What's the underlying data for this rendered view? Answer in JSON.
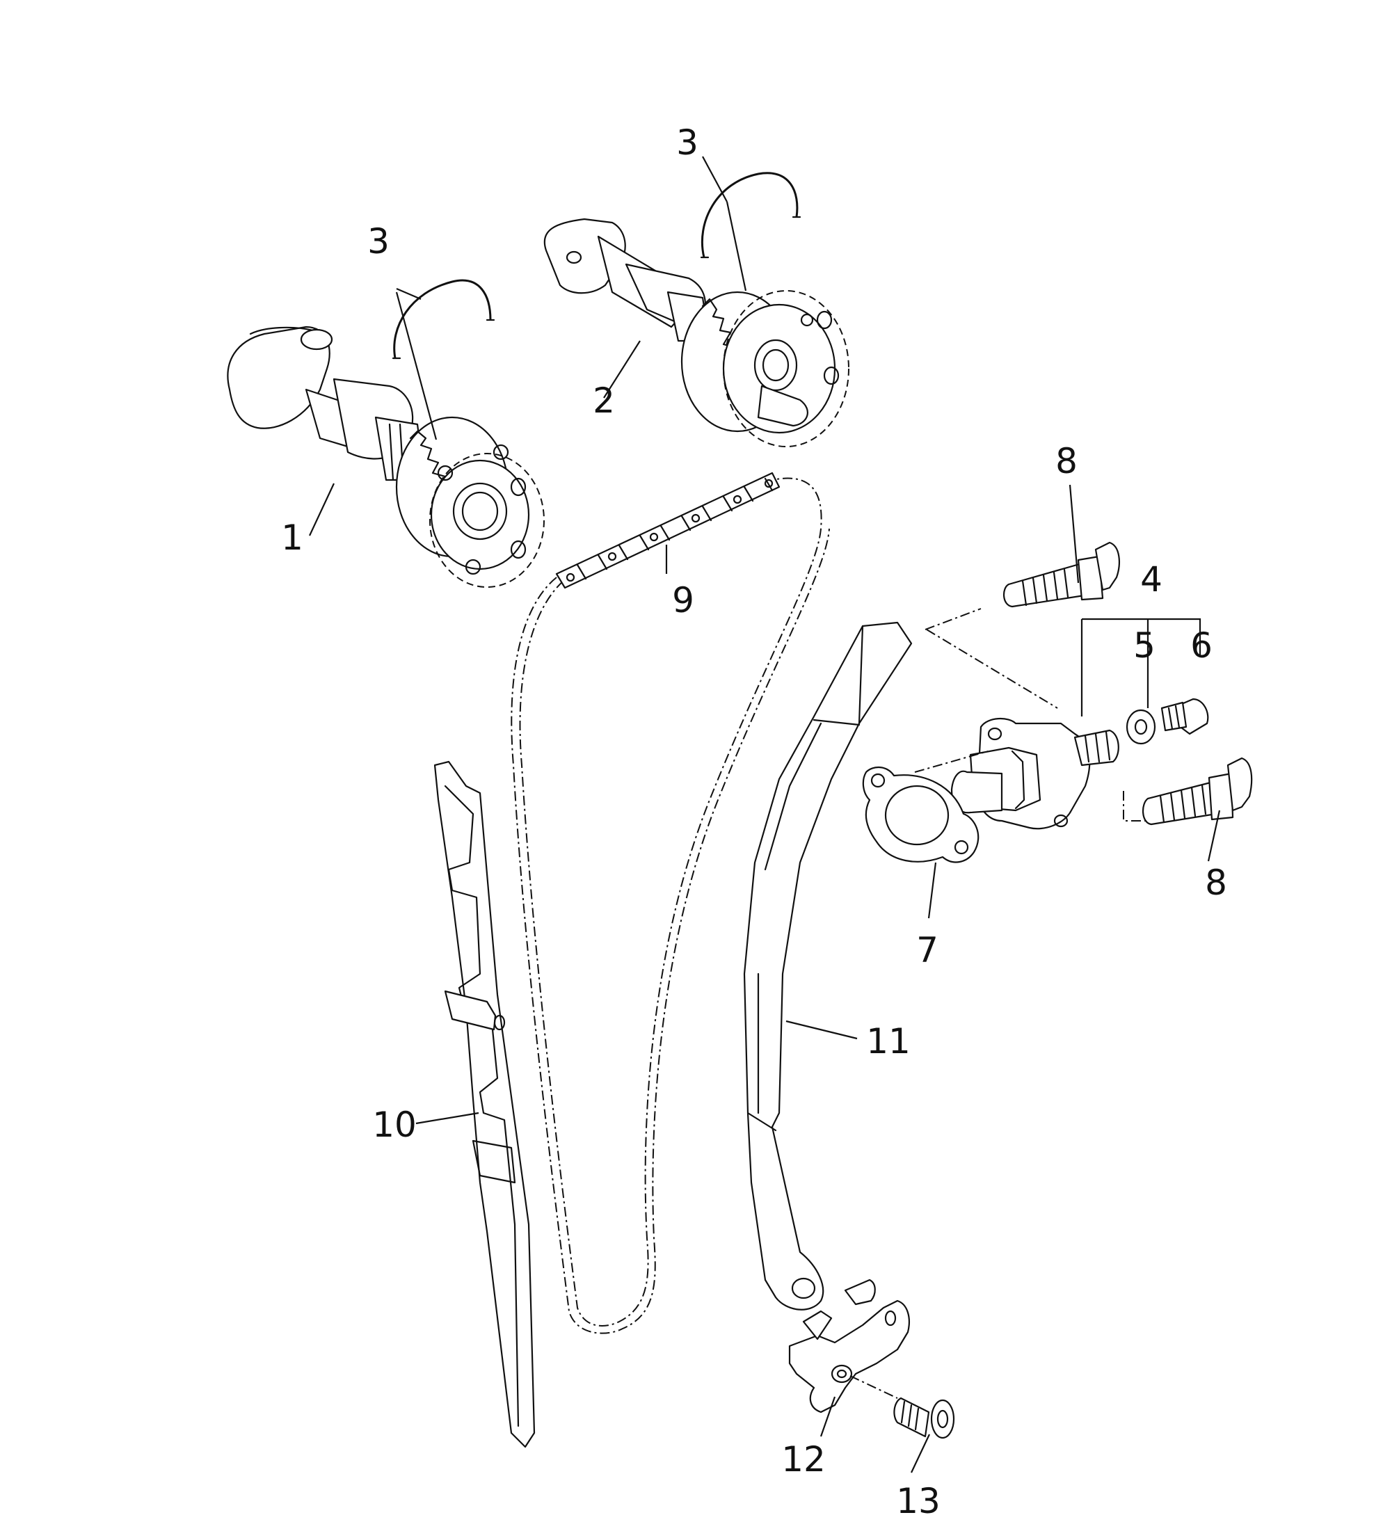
{
  "callouts": {
    "c1": "1",
    "c2": "2",
    "c3a": "3",
    "c3b": "3",
    "c4": "4",
    "c5": "5",
    "c6": "6",
    "c7": "7",
    "c8a": "8",
    "c8b": "8",
    "c9": "9",
    "c10": "10",
    "c11": "11",
    "c12": "12",
    "c13": "13"
  }
}
